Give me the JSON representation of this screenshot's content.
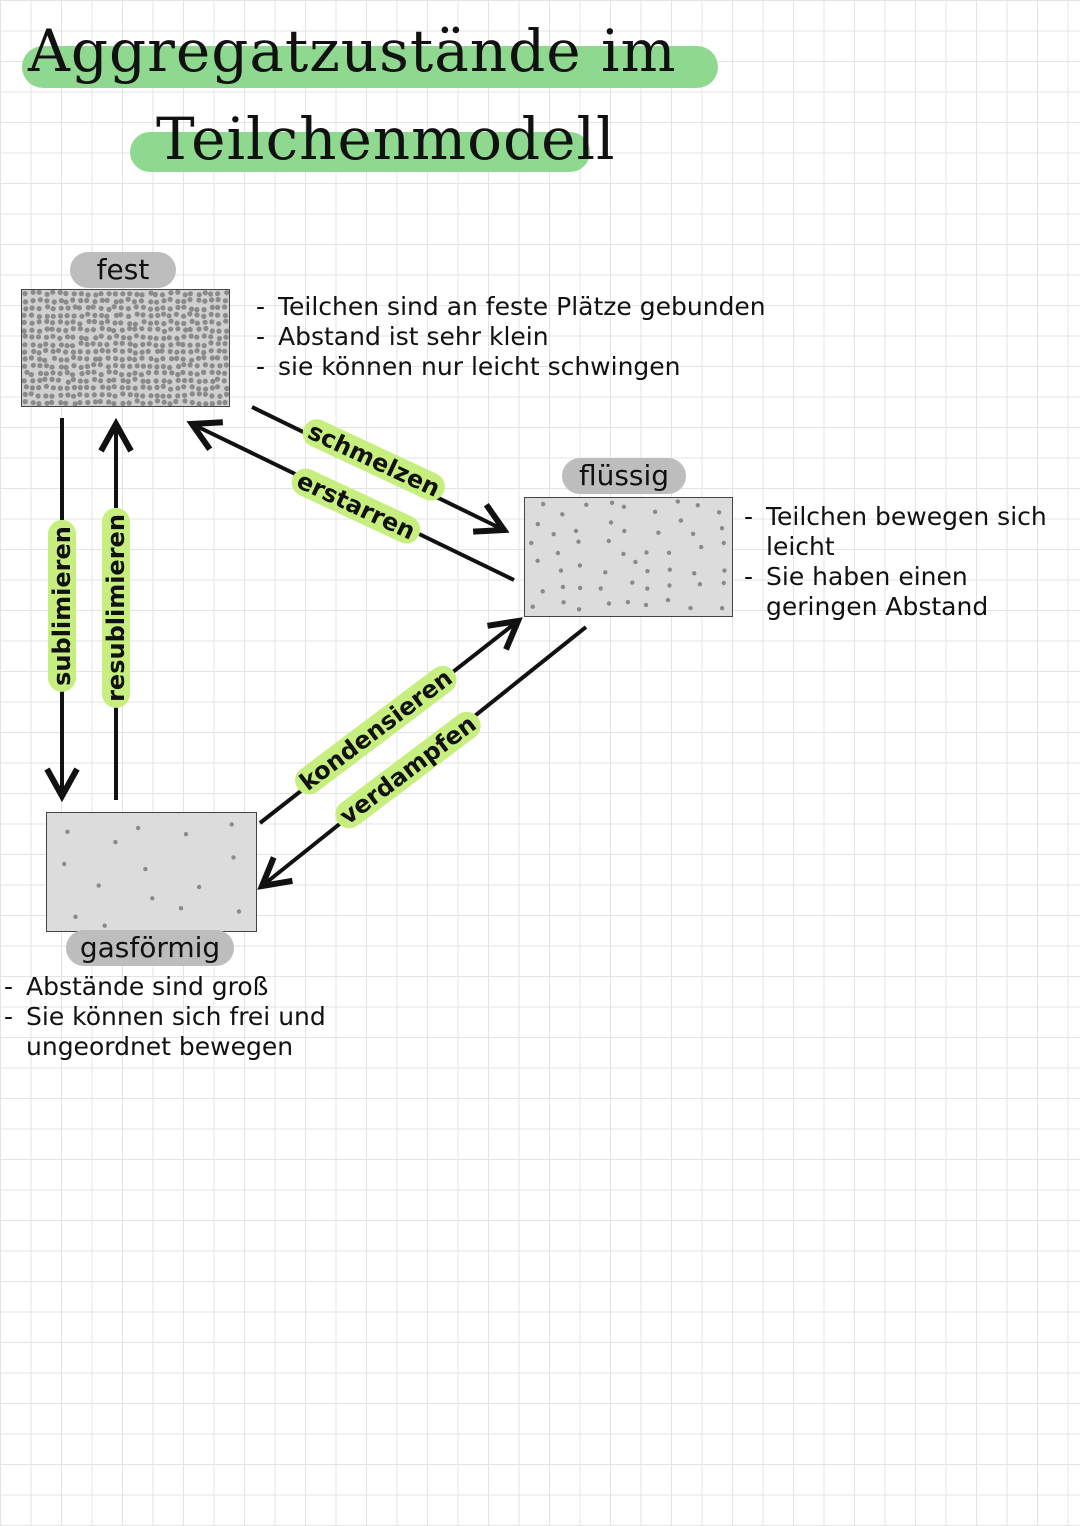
{
  "title": {
    "line1": "Aggregatzustände im",
    "line2": "Teilchenmodell"
  },
  "colors": {
    "title_highlight": "#8fd88f",
    "process_highlight": "#c7ef7f",
    "label_bg": "#bdbdbd",
    "box_fill": "#dcdcdc",
    "particle": "#8a8a8a"
  },
  "states": {
    "fest": {
      "label": "fest",
      "notes": [
        "Teilchen sind an feste Plätze gebunden",
        "Abstand ist sehr klein",
        "sie können nur leicht schwingen"
      ]
    },
    "fluessig": {
      "label": "flüssig",
      "notes": [
        "Teilchen bewegen sich leicht",
        "Sie haben einen geringen Abstand"
      ]
    },
    "gas": {
      "label": "gasförmig",
      "notes": [
        "Abstände sind groß",
        "Sie können sich frei und ungeordnet bewegen"
      ]
    }
  },
  "processes": {
    "schmelzen": "schmelzen",
    "erstarren": "erstarren",
    "sublimieren": "sublimieren",
    "resublimieren": "resublimieren",
    "kondensieren": "kondensieren",
    "verdampfen": "verdampfen"
  },
  "bullet": "-"
}
